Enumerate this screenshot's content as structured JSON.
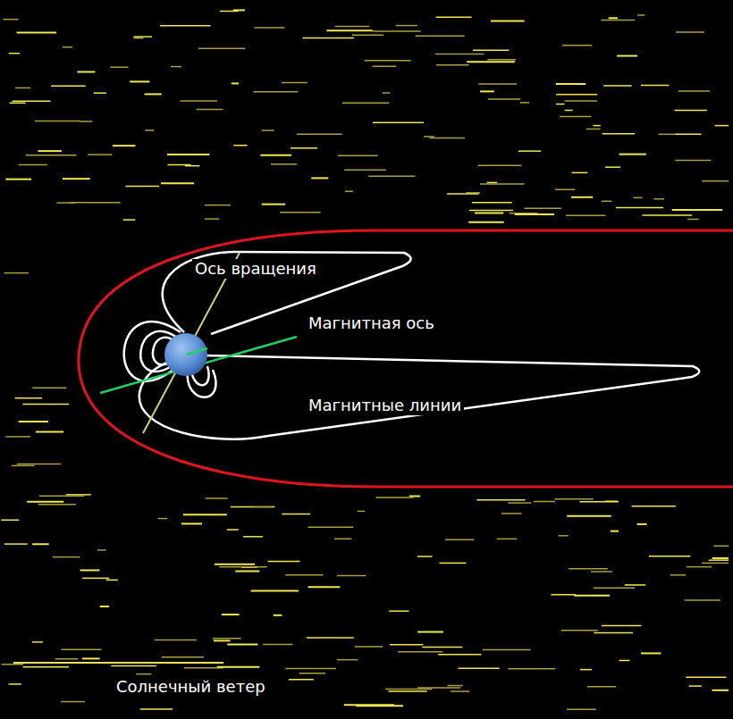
{
  "diagram": {
    "labels": [
      "Ось вращения",
      "Магнитная ось",
      "Магнитные линии",
      "Солнечный ветер"
    ]
  }
}
